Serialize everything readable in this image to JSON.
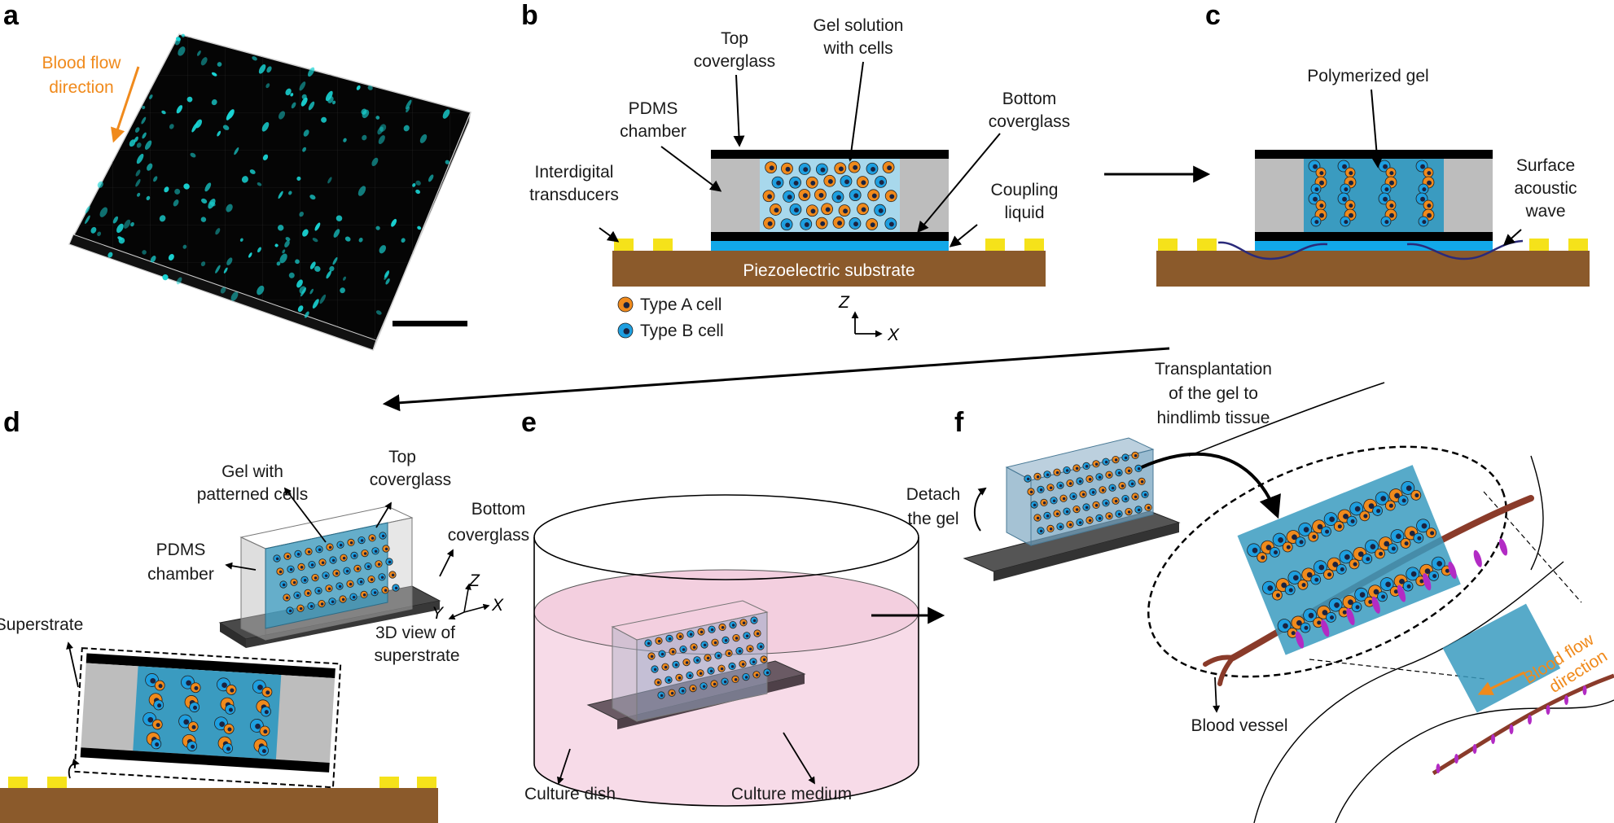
{
  "panels": {
    "a": {
      "letter": "a",
      "flow_label": [
        "Blood flow",
        "direction"
      ],
      "colors": {
        "cells": "#19d3d3",
        "background": "#000000",
        "arrow": "#f08a1c"
      }
    },
    "b": {
      "letter": "b",
      "top_coverglass": [
        "Top",
        "coverglass"
      ],
      "gel_solution": [
        "Gel solution",
        "with cells"
      ],
      "pdms_chamber": [
        "PDMS",
        "chamber"
      ],
      "bottom_coverglass": [
        "Bottom",
        "coverglass"
      ],
      "interdigital_transducers": [
        "Interdigital",
        "transducers"
      ],
      "coupling_liquid": [
        "Coupling",
        "liquid"
      ],
      "piezoelectric_substrate": "Piezoelectric substrate",
      "legend": {
        "type_a": "Type A cell",
        "type_b": "Type B cell"
      },
      "axes": {
        "z": "Z",
        "x": "X"
      },
      "colors": {
        "type_a": "#f08a1c",
        "type_b": "#1e9fe0",
        "substrate": "#8b5a2b",
        "transducer": "#f5e21a",
        "pdms": "#bdbdbd",
        "coupling": "#12a8e8"
      }
    },
    "c": {
      "letter": "c",
      "polymerized_gel": "Polymerized gel",
      "surface_acoustic_wave": [
        "Surface",
        "acoustic",
        "wave"
      ]
    },
    "d": {
      "letter": "d",
      "gel_with_patterned_cells": [
        "Gel with",
        "patterned cells"
      ],
      "top_coverglass": [
        "Top",
        "coverglass"
      ],
      "bottom_coverglass": [
        "Bottom",
        "coverglass"
      ],
      "pdms_chamber": [
        "PDMS",
        "chamber"
      ],
      "superstrate": "Superstrate",
      "view_3d": [
        "3D view of",
        "superstrate"
      ],
      "axes": {
        "z": "Z",
        "y": "Y",
        "x": "X"
      }
    },
    "e": {
      "letter": "e",
      "culture_dish": "Culture dish",
      "culture_medium": "Culture medium",
      "colors": {
        "medium": "#f7dbe8"
      }
    },
    "f": {
      "letter": "f",
      "detach": [
        "Detach",
        "the gel"
      ],
      "transplantation": [
        "Transplantation",
        "of the gel to",
        "hindlimb tissue"
      ],
      "blood_vessel": "Blood vessel",
      "flow_label": [
        "Blood flow",
        "direction"
      ],
      "colors": {
        "vessel": "#8a3b2a",
        "rings": "#b22bc4"
      }
    }
  }
}
